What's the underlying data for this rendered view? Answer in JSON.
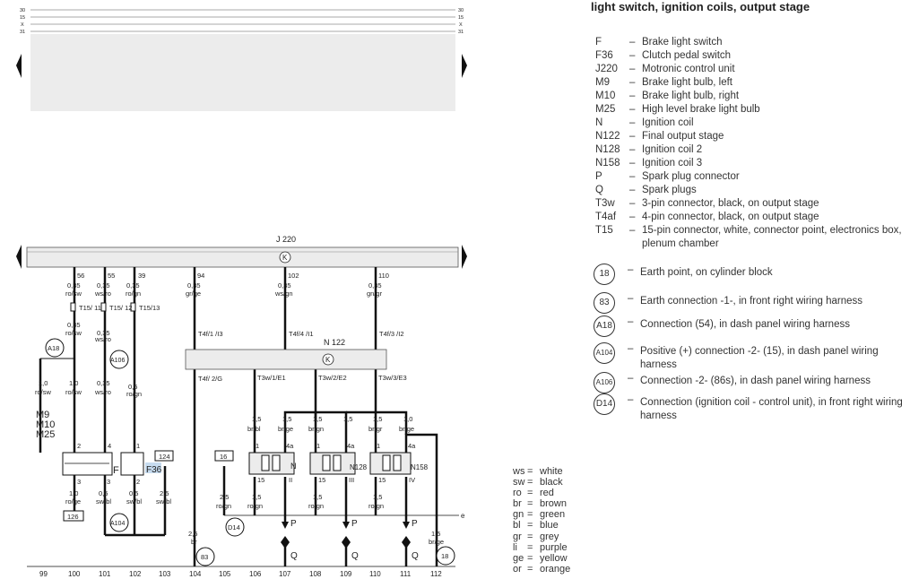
{
  "title": "light switch, ignition coils, output stage",
  "bus_labels": [
    "30",
    "15",
    "X",
    "31"
  ],
  "control_unit": {
    "name": "J 220",
    "k": "K"
  },
  "output_stage": {
    "name": "N 122",
    "k": "K"
  },
  "pins": [
    {
      "num": "56",
      "size": "0,35",
      "color": "ro/sw"
    },
    {
      "num": "55",
      "size": "0,35",
      "color": "ws/ro"
    },
    {
      "num": "39",
      "size": "0,35",
      "color": "ro/gn"
    },
    {
      "num": "94",
      "size": "0,35",
      "color": "gr/ge"
    },
    {
      "num": "102",
      "size": "0,35",
      "color": "ws/gn"
    },
    {
      "num": "110",
      "size": "0,35",
      "color": "gn/gr"
    }
  ],
  "connectors_top": [
    "T15/ 11",
    "T15/ 12",
    "T15/13"
  ],
  "wires_mid": [
    {
      "size": "0,35",
      "color": "ro/sw"
    },
    {
      "size": "0,35",
      "color": "ws/ro"
    }
  ],
  "t4f": [
    "T4f/1 /I3",
    "T4f/4 /I1",
    "T4f/3 /I2",
    "T4f/ 2/G"
  ],
  "t3w": [
    "T3w/1/E1",
    "T3w/2/E2",
    "T3w/3/E3"
  ],
  "wires_lower": [
    {
      "size": "1,0",
      "color": "ro/sw"
    },
    {
      "size": "1,0",
      "color": "ro/sw"
    },
    {
      "size": "0,35",
      "color": "ws/ro"
    },
    {
      "size": "0,5",
      "color": "ro/gn"
    }
  ],
  "bulbs": [
    "M9",
    "M10",
    "M25"
  ],
  "coil_inputs": [
    {
      "size": "1,5",
      "color": "br/bl"
    },
    {
      "size": "1,5",
      "color": "br/ge"
    },
    {
      "size": "1,5",
      "color": "br/gn"
    },
    {
      "size": "1,5",
      "color": "br/ge"
    },
    {
      "size": "1,5",
      "color": "br/gr"
    },
    {
      "size": "1,0",
      "color": "br/ge"
    }
  ],
  "coil_names": [
    "N",
    "N128",
    "N158"
  ],
  "coil_terms": {
    "t15": "15",
    "t4a": "4a",
    "t1": "1"
  },
  "coil_outputs": [
    "II",
    "III",
    "IV"
  ],
  "coil_wires_out": [
    {
      "size": "1,5",
      "color": "ro/gn"
    },
    {
      "size": "1,5",
      "color": "ro/gn"
    },
    {
      "size": "1,5",
      "color": "ro/gn"
    }
  ],
  "switches": {
    "F": "F",
    "F36": "F36",
    "f_pins": [
      "2",
      "3",
      "4"
    ],
    "f36_pins": [
      "1",
      "2"
    ]
  },
  "bottom_wires": [
    {
      "size": "1,0",
      "color": "ro/ge"
    },
    {
      "size": "0,5",
      "color": "sw/bl"
    },
    {
      "size": "0,5",
      "color": "sw/bl"
    },
    {
      "size": "2,5",
      "color": "sw/bl"
    },
    {
      "size": "2,5",
      "color": "br"
    },
    {
      "size": "2,5",
      "color": "ro/gn"
    },
    {
      "size": "1,5",
      "color": "br/ge"
    }
  ],
  "boxes": [
    "124",
    "16",
    "126"
  ],
  "circles": [
    "A18",
    "A106",
    "A104",
    "D14",
    "83",
    "18"
  ],
  "spark": {
    "p": "P",
    "q": "Q",
    "e": "e"
  },
  "track": [
    "99",
    "100",
    "101",
    "102",
    "103",
    "104",
    "105",
    "106",
    "107",
    "108",
    "109",
    "110",
    "111",
    "112"
  ],
  "legend": [
    {
      "code": "F",
      "text": "Brake light switch"
    },
    {
      "code": "F36",
      "text": "Clutch pedal switch"
    },
    {
      "code": "J220",
      "text": "Motronic control unit"
    },
    {
      "code": "M9",
      "text": "Brake light bulb, left"
    },
    {
      "code": "M10",
      "text": "Brake light bulb, right"
    },
    {
      "code": "M25",
      "text": "High level brake light bulb"
    },
    {
      "code": "N",
      "text": "Ignition coil"
    },
    {
      "code": "N122",
      "text": "Final output stage"
    },
    {
      "code": "N128",
      "text": "Ignition coil 2"
    },
    {
      "code": "N158",
      "text": "Ignition coil 3"
    },
    {
      "code": "P",
      "text": "Spark plug connector"
    },
    {
      "code": "Q",
      "text": "Spark plugs"
    },
    {
      "code": "T3w",
      "text": "3-pin connector, black, on output stage"
    },
    {
      "code": "T4af",
      "text": "4-pin connector, black, on output stage"
    },
    {
      "code": "T15",
      "text": "15-pin connector, white, connector point, electronics box, plenum chamber"
    }
  ],
  "legend_circles": [
    {
      "code": "18",
      "text": "Earth point, on cylinder block"
    },
    {
      "code": "83",
      "text": "Earth connection -1-, in front right wiring harness"
    },
    {
      "code": "A18",
      "text": "Connection (54), in dash panel wiring harness"
    },
    {
      "code": "A104",
      "text": "Positive (+) connection -2- (15), in dash panel wiring harness"
    },
    {
      "code": "A106",
      "text": "Connection -2- (86s), in dash panel wiring harness"
    },
    {
      "code": "D14",
      "text": "Connection (ignition coil - control unit), in front right wiring harness"
    }
  ],
  "color_codes": [
    {
      "c": "ws",
      "n": "white"
    },
    {
      "c": "sw",
      "n": "black"
    },
    {
      "c": "ro",
      "n": "red"
    },
    {
      "c": "br",
      "n": "brown"
    },
    {
      "c": "gn",
      "n": "green"
    },
    {
      "c": "bl",
      "n": "blue"
    },
    {
      "c": "gr",
      "n": "grey"
    },
    {
      "c": "li",
      "n": "purple"
    },
    {
      "c": "ge",
      "n": "yellow"
    },
    {
      "c": "or",
      "n": "orange"
    }
  ]
}
